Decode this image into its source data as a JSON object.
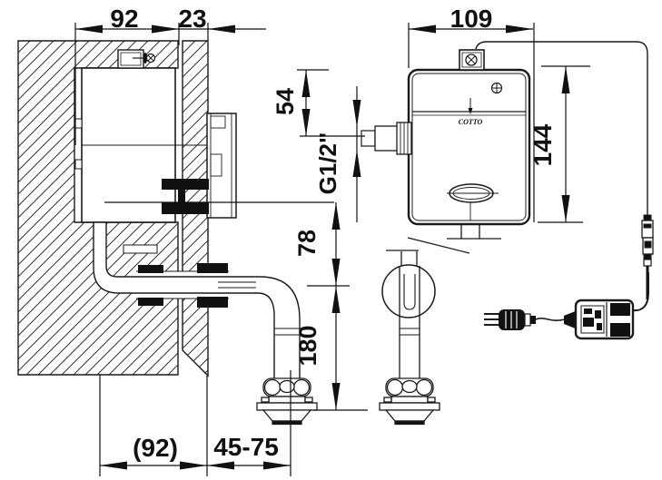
{
  "drawing": {
    "type": "installation-dimension-diagram",
    "brand": {
      "logo": "COTTO"
    },
    "colors": {
      "line": "#1a1a1a",
      "hatch": "#333333",
      "background": "#ffffff"
    },
    "dims": {
      "recess_width": "92",
      "wall_thickness": "23",
      "body_width": "109",
      "inlet_offset": "54",
      "inlet_thread": "G1/2\"",
      "body_height": "144",
      "outlet_drop": "78",
      "flush_pipe_length": "180",
      "recess_width_ref": "(92)",
      "wall_offset_range": "45-75"
    }
  }
}
